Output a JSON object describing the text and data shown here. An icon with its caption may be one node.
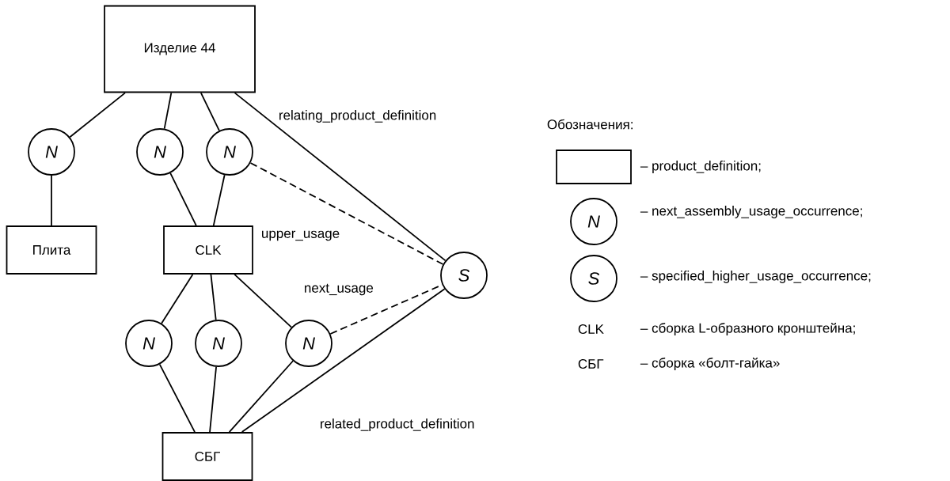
{
  "diagram": {
    "nodes": [
      {
        "text": [
          "Изделие 44"
        ]
      },
      {
        "text": [
          "N"
        ]
      },
      {
        "text": [
          "N"
        ]
      },
      {
        "text": [
          "N"
        ]
      },
      {
        "text": [
          "Плита"
        ]
      },
      {
        "text": [
          "CLK"
        ]
      },
      {
        "text": [
          "S"
        ]
      },
      {
        "text": [
          "N"
        ]
      },
      {
        "text": [
          "N"
        ]
      },
      {
        "text": [
          "N"
        ]
      },
      {
        "text": [
          "СБГ"
        ]
      }
    ],
    "edges": [
      {
        "from": 0,
        "to": 1,
        "arrow": "none"
      },
      {
        "from": 0,
        "to": 2,
        "arrow": "none"
      },
      {
        "from": 0,
        "to": 3,
        "arrow": "none"
      },
      {
        "from": 0,
        "to": 6,
        "arrow": "none",
        "label": "relating_product_definition"
      },
      {
        "from": 1,
        "to": 4,
        "arrow": "none"
      },
      {
        "from": 2,
        "to": 5,
        "arrow": "none"
      },
      {
        "from": 3,
        "to": 5,
        "arrow": "none"
      },
      {
        "from": 3,
        "to": 6,
        "arrow": "none",
        "style": "dashed",
        "label": "upper_usage"
      },
      {
        "from": 5,
        "to": 7,
        "arrow": "none"
      },
      {
        "from": 5,
        "to": 8,
        "arrow": "none"
      },
      {
        "from": 5,
        "to": 9,
        "arrow": "none"
      },
      {
        "from": 9,
        "to": 6,
        "arrow": "none",
        "style": "dashed",
        "label": "next_usage"
      },
      {
        "from": 7,
        "to": 10,
        "arrow": "none"
      },
      {
        "from": 8,
        "to": 10,
        "arrow": "none"
      },
      {
        "from": 9,
        "to": 10,
        "arrow": "none"
      },
      {
        "from": 10,
        "to": 6,
        "arrow": "none",
        "label": "related_product_definition"
      }
    ],
    "labels": [
      "Обозначения:",
      "N",
      "S",
      "CLK",
      "СБГ"
    ],
    "legend": [
      {
        "text": "– product_definition;"
      },
      {
        "text": "– next_assembly_usage_occurrence;"
      },
      {
        "text": "– specified_higher_usage_occurrence;"
      },
      {
        "text": "– сборка L-образного кронштейна;"
      },
      {
        "text": "– сборка «болт-гайка»"
      }
    ]
  }
}
